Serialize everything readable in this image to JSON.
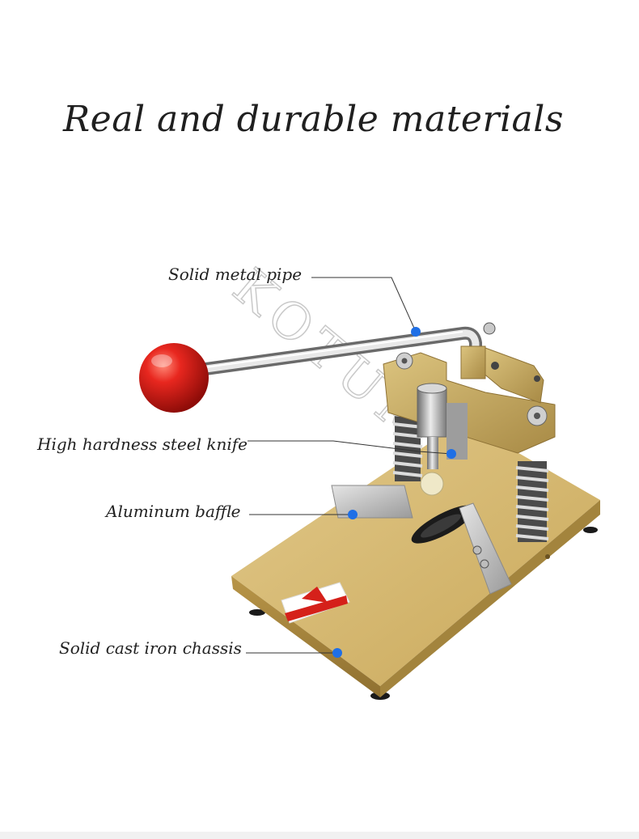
{
  "title": "Real and durable materials",
  "watermark": "KOTUMI",
  "callouts": {
    "pipe": "Solid metal pipe",
    "knife": "High hardness steel knife",
    "baffle": "Aluminum baffle",
    "chassis": "Solid cast iron chassis"
  },
  "colors": {
    "base": "#d3b66a",
    "knob": "#e0231d",
    "marker": "#1f6fe6",
    "line": "#333333"
  }
}
